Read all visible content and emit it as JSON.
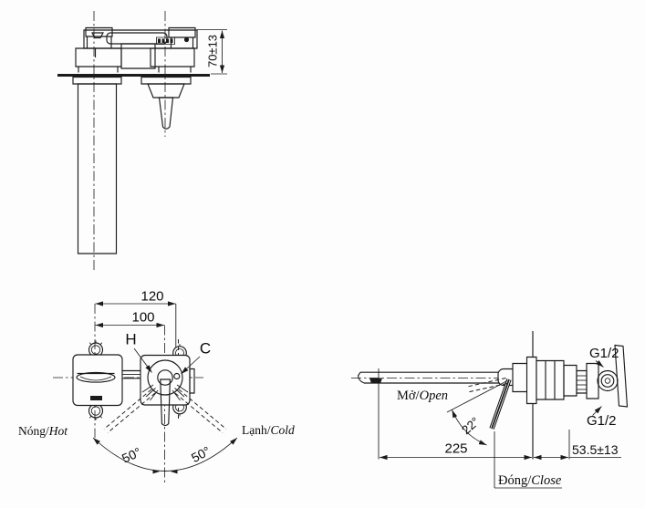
{
  "top_view": {
    "dim_depth": "70±13"
  },
  "front_view": {
    "dim_width_outer": "120",
    "dim_width_inner": "100",
    "label_hot_handle": "H",
    "label_cold_handle": "C",
    "hot_vi": "Nóng/",
    "hot_en": "Hot",
    "cold_vi": "Lạnh/",
    "cold_en": "Cold",
    "angle_left": "50°",
    "angle_right": "50°"
  },
  "side_view": {
    "open_vi": "Mở/",
    "open_en": "Open",
    "close_vi": "Đóng/",
    "close_en": "Close",
    "angle_open": "22°",
    "dim_reach": "225",
    "dim_depth": "53.5±13",
    "thread_top": "G1/2",
    "thread_bottom": "G1/2"
  },
  "colors": {
    "line": "#1b1b1b",
    "text": "#0b0b0b",
    "background": "#fdfdfd"
  }
}
